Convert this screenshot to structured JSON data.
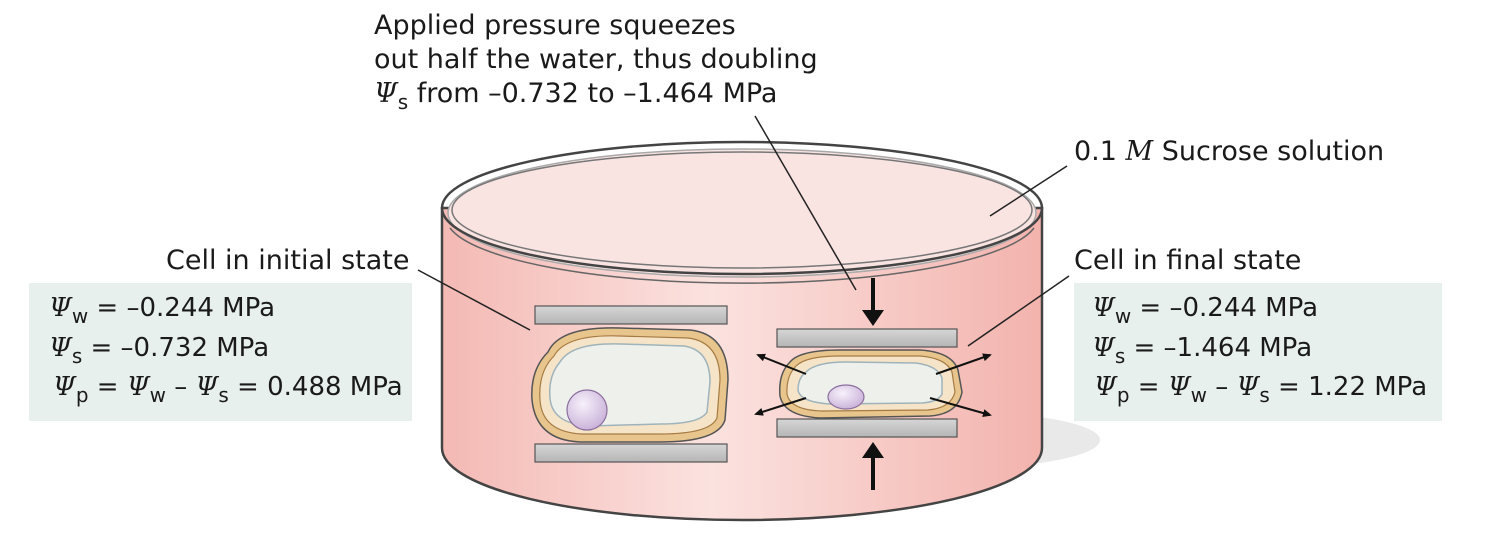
{
  "annotation": {
    "line1": "Applied pressure squeezes",
    "line2": "out half the water, thus doubling",
    "psi_symbol": "Ψ",
    "subscript": "s",
    "line3_rest": "from –0.732 to –1.464 MPa"
  },
  "solution_label": {
    "prefix": "0.1 ",
    "molar": "M",
    "suffix": " Sucrose solution"
  },
  "initial": {
    "title": "Cell in initial state",
    "psi": "Ψ",
    "w_sub": "w",
    "s_sub": "s",
    "p_sub": "p",
    "water_value": " = –0.244 MPa",
    "solute_value": " = –0.732 MPa",
    "pressure_eq": " = ",
    "minus": " – ",
    "pressure_value": " = 0.488 MPa"
  },
  "final": {
    "title": "Cell in final state",
    "psi": "Ψ",
    "w_sub": "w",
    "s_sub": "s",
    "p_sub": "p",
    "water_value": " = –0.244 MPa",
    "solute_value": " = –1.464 MPa",
    "pressure_eq": " = ",
    "minus": " – ",
    "pressure_value": " = 1.22 MPa"
  },
  "colors": {
    "dish_fill": "#f9d9d6",
    "dish_edge": "#444444",
    "plate": "#c9c9c9",
    "cell_wall": "#e9c58e",
    "cell_wall_inner": "#f6e4c8",
    "vacuole": "#eef0ec",
    "nucleus": "#d8c6e3",
    "panel": "#e8f0ee"
  }
}
